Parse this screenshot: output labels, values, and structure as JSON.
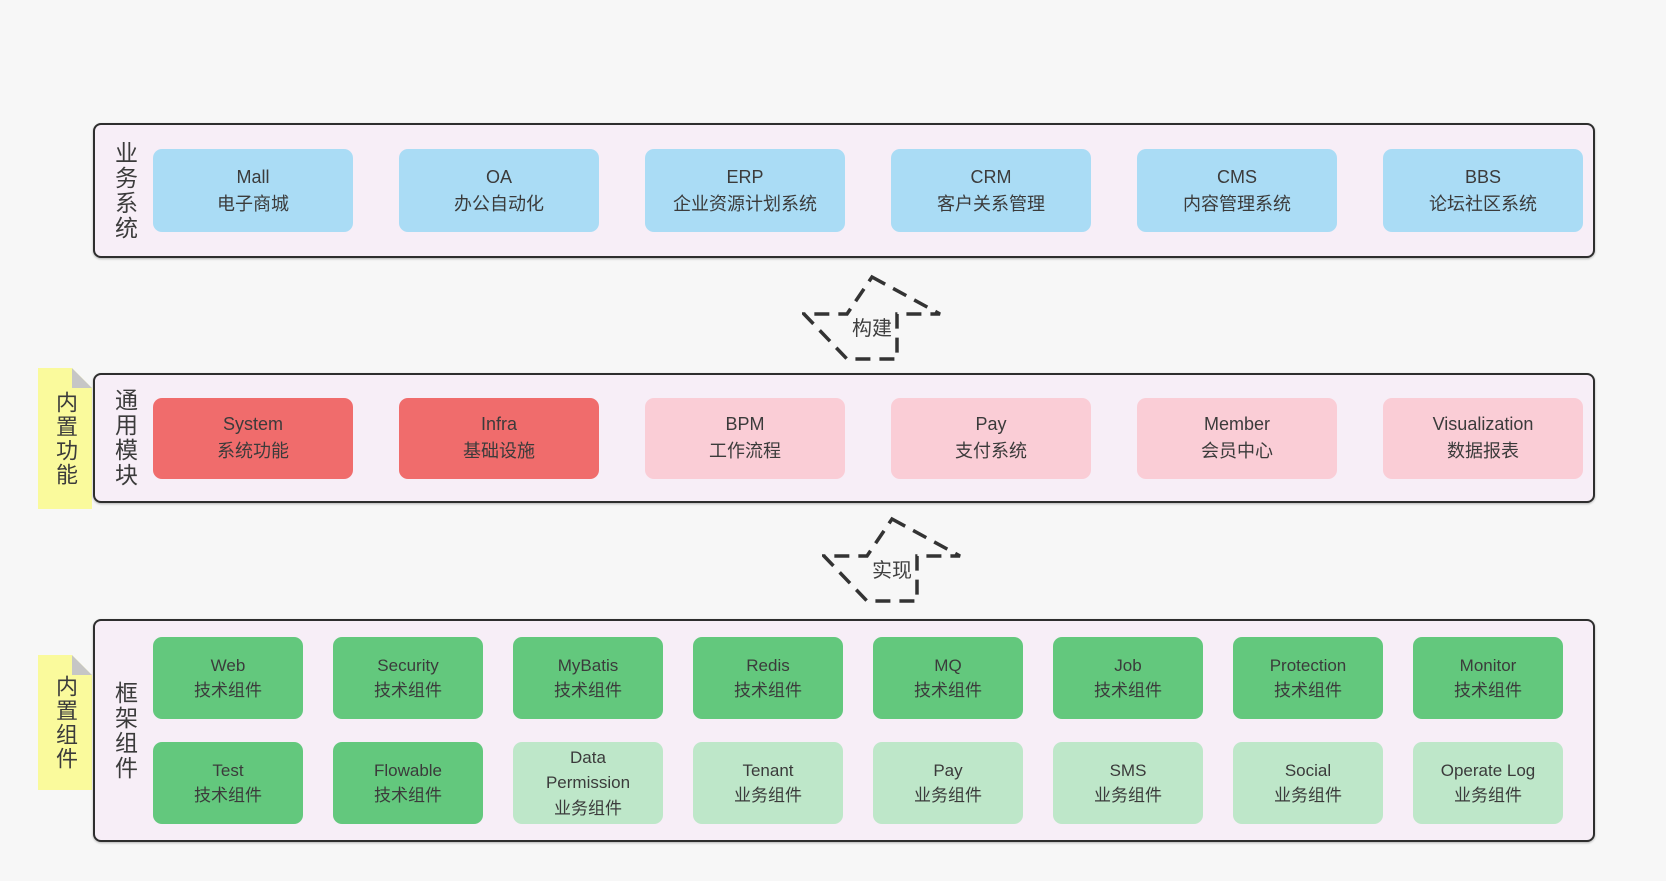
{
  "bands": [
    {
      "label": "业务系统",
      "boxes": [
        {
          "en": "Mall",
          "zh": "电子商城",
          "variant": "blue"
        },
        {
          "en": "OA",
          "zh": "办公自动化",
          "variant": "blue"
        },
        {
          "en": "ERP",
          "zh": "企业资源计划系统",
          "variant": "blue"
        },
        {
          "en": "CRM",
          "zh": "客户关系管理",
          "variant": "blue"
        },
        {
          "en": "CMS",
          "zh": "内容管理系统",
          "variant": "blue"
        },
        {
          "en": "BBS",
          "zh": "论坛社区系统",
          "variant": "blue"
        }
      ]
    },
    {
      "label": "通用模块",
      "note": "内置功能",
      "boxes": [
        {
          "en": "System",
          "zh": "系统功能",
          "variant": "red"
        },
        {
          "en": "Infra",
          "zh": "基础设施",
          "variant": "red"
        },
        {
          "en": "BPM",
          "zh": "工作流程",
          "variant": "pink"
        },
        {
          "en": "Pay",
          "zh": "支付系统",
          "variant": "pink"
        },
        {
          "en": "Member",
          "zh": "会员中心",
          "variant": "pink"
        },
        {
          "en": "Visualization",
          "zh": "数据报表",
          "variant": "pink"
        }
      ]
    },
    {
      "label": "框架组件",
      "note": "内置组件",
      "rows": [
        [
          {
            "en": "Web",
            "zh": "技术组件",
            "variant": "green"
          },
          {
            "en": "Security",
            "zh": "技术组件",
            "variant": "green"
          },
          {
            "en": "MyBatis",
            "zh": "技术组件",
            "variant": "green"
          },
          {
            "en": "Redis",
            "zh": "技术组件",
            "variant": "green"
          },
          {
            "en": "MQ",
            "zh": "技术组件",
            "variant": "green"
          },
          {
            "en": "Job",
            "zh": "技术组件",
            "variant": "green"
          },
          {
            "en": "Protection",
            "zh": "技术组件",
            "variant": "green"
          },
          {
            "en": "Monitor",
            "zh": "技术组件",
            "variant": "green"
          }
        ],
        [
          {
            "en": "Test",
            "zh": "技术组件",
            "variant": "green"
          },
          {
            "en": "Flowable",
            "zh": "技术组件",
            "variant": "green"
          },
          {
            "en": "Data Permission",
            "zh": "业务组件",
            "variant": "lightgreen"
          },
          {
            "en": "Tenant",
            "zh": "业务组件",
            "variant": "lightgreen"
          },
          {
            "en": "Pay",
            "zh": "业务组件",
            "variant": "lightgreen"
          },
          {
            "en": "SMS",
            "zh": "业务组件",
            "variant": "lightgreen"
          },
          {
            "en": "Social",
            "zh": "业务组件",
            "variant": "lightgreen"
          },
          {
            "en": "Operate Log",
            "zh": "业务组件",
            "variant": "lightgreen"
          }
        ]
      ]
    }
  ],
  "arrows": [
    {
      "label": "构建"
    },
    {
      "label": "实现"
    }
  ],
  "colors": {
    "blue": "#aadcf5",
    "red": "#f06c6c",
    "pink": "#facdd6",
    "green": "#63c87d",
    "light_green": "#bee7c9",
    "band_bg": "#f7eef7",
    "note_yellow": "#fafa9c",
    "note_fold": "#c6c6c6",
    "page_bg": "#f7f7f7",
    "border": "#2e2e2e",
    "text": "#3b3b3b"
  }
}
